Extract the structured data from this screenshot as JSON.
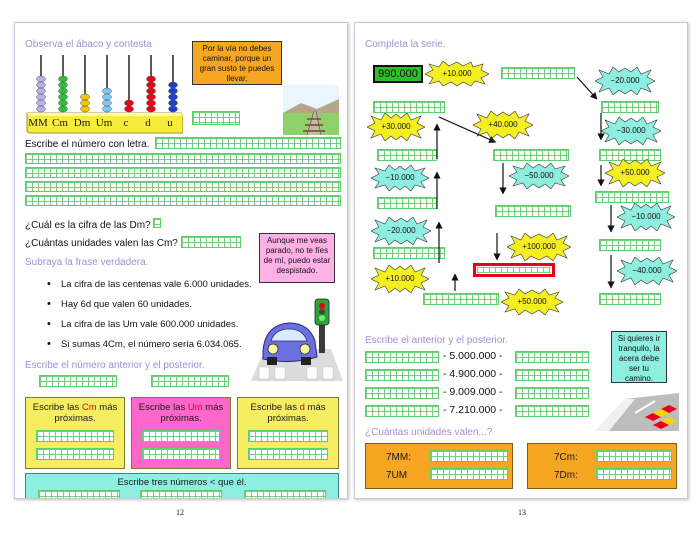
{
  "left": {
    "title_abacus": "Observa el ábaco y contesta",
    "abacus_labels": [
      "MM",
      "Cm",
      "Dm",
      "Um",
      "c",
      "d",
      "u"
    ],
    "bubble_tip": "Por la vía no debes caminar, porque un gran susto te puedes llevar.",
    "write_letters": "Escribe el número con letra.",
    "q_dm": "¿Cuál es la cifra de las Dm?",
    "q_cm": "¿Cuántas unidades valen las Cm?",
    "title_true": "Subraya la frase verdadera.",
    "bubble_parked": "Aunque me veas parado, no te fíes de mí, puedo estar despistado.",
    "statements": [
      "La cifra de las centenas vale 6.000 unidades.",
      "Hay 6d que valen 60 unidades.",
      "La cifra de las Um vale 600.000 unidades.",
      "Si sumas 4Cm, el número sería 6.034.065."
    ],
    "title_prev_next": "Escribe el número anterior y el posterior.",
    "box_cm_pre": "Escribe las ",
    "box_cm_hl": "Cm",
    "box_cm_post": " más próximas.",
    "box_um_pre": "Escribe las ",
    "box_um_hl": "Um",
    "box_um_post": " más próximas.",
    "box_d_pre": "Escribe las ",
    "box_d_hl": "d",
    "box_d_post": " más próximas.",
    "box_three": "Escribe tres números < que él.",
    "page_number": "12"
  },
  "right": {
    "title_series": "Completa la serie.",
    "start_value": "990.000",
    "steps": [
      "+10.000",
      "−20.000",
      "+40.000",
      "+30.000",
      "−30.000",
      "−10.000",
      "−50.000",
      "+50.000",
      "−20.000",
      "−10.000",
      "+100.000",
      "+10.000",
      "+50.000",
      "−40.000"
    ],
    "title_prev_post": "Escribe el anterior y el posterior.",
    "numbers": [
      "5.000.000",
      "4.900.000",
      "9.009.000",
      "7.210.000"
    ],
    "bubble_sidewalk": "Si quieres ir tranquilo, la acera debe ser tu camino.",
    "title_units": "¿Cuántas unidades valen...?",
    "units_left": [
      "7MM:",
      "7UM"
    ],
    "units_right": [
      "7Cm:",
      "7Dm:"
    ],
    "page_number": "13"
  },
  "colors": {
    "green": "#5bd06a",
    "yellow": "#f5ee60",
    "cyan": "#8eeee0",
    "magenta": "#ff66cc",
    "orange": "#f6a623",
    "purple": "#a58bd6"
  }
}
